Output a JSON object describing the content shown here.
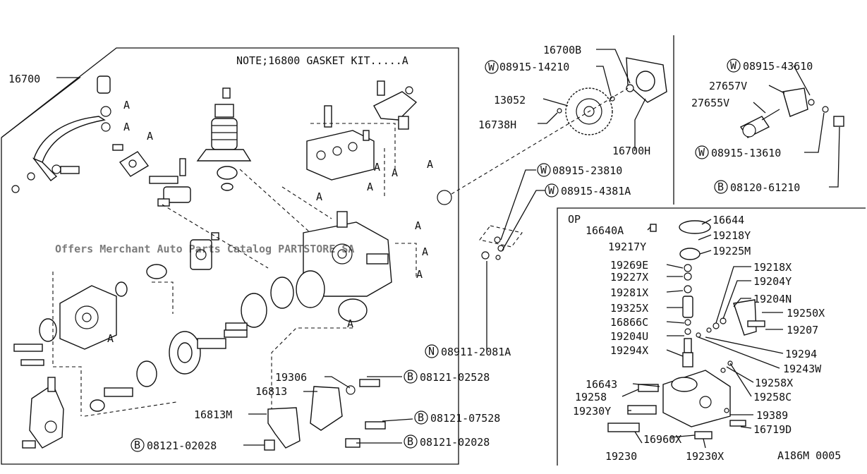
{
  "note": "NOTE;16800 GASKET KIT.....A",
  "op_label": "OP",
  "diagram_code": "A186M 0005",
  "watermark": "Offers Merchant Auto Parts Catalog PARTSTORE SA",
  "callouts": {
    "c16700": "16700",
    "c16700B": "16700B",
    "c0891514210": "08915-14210",
    "c13052": "13052",
    "c16738H": "16738H",
    "c16700H": "16700H",
    "c0891523810": "08915-23810",
    "c089154381A": "08915-4381A",
    "c0891520811A": "08911-2081A",
    "c19306": "19306",
    "c16813": "16813",
    "c16813M": "16813M",
    "c0812102528": "08121-02528",
    "c0812107528": "08121-07528",
    "c0812102028a": "08121-02028",
    "c0812102028b": "08121-02028",
    "c0891543610": "08915-43610",
    "c27657V": "27657V",
    "c27655V": "27655V",
    "c0891513610": "08915-13610",
    "c0812061210": "08120-61210",
    "c16644": "16644",
    "c16640A": "16640A",
    "c19218Y": "19218Y",
    "c19217Y": "19217Y",
    "c19225M": "19225M",
    "c19269E": "19269E",
    "c19227X": "19227X",
    "c19218X": "19218X",
    "c19204Y": "19204Y",
    "c19281X": "19281X",
    "c19204N": "19204N",
    "c19325X": "19325X",
    "c19250X": "19250X",
    "c16866C": "16866C",
    "c19207": "19207",
    "c19204U": "19204U",
    "c19294": "19294",
    "c19294X": "19294X",
    "c19243W": "19243W",
    "c19258X": "19258X",
    "c16643": "16643",
    "c19258C": "19258C",
    "c19258": "19258",
    "c19230Y": "19230Y",
    "c19389": "19389",
    "c16719D": "16719D",
    "c16960X": "16960X",
    "c19230": "19230",
    "c19230X": "19230X"
  },
  "kit_marker": "A",
  "prefix_w": "W",
  "prefix_b": "B",
  "prefix_n": "N"
}
